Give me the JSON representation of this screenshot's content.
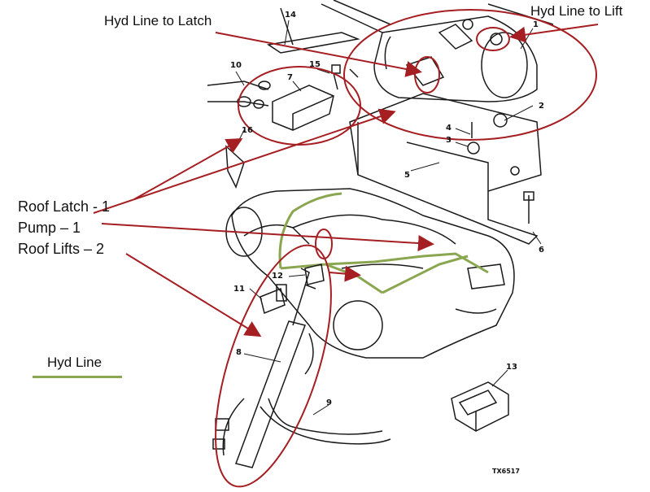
{
  "annotations": {
    "hyd_line_to_latch": "Hyd Line to Latch",
    "hyd_line_to_lift": "Hyd Line to Lift",
    "roof_latch": "Roof Latch - 1",
    "pump": "Pump – 1",
    "roof_lifts": "Roof Lifts – 2",
    "legend_hyd_line": "Hyd Line"
  },
  "callouts": [
    "1",
    "2",
    "3",
    "4",
    "5",
    "6",
    "7",
    "8",
    "9",
    "10",
    "11",
    "12",
    "13",
    "14",
    "15",
    "16"
  ],
  "figure_code": "TX6517",
  "colors": {
    "annotation_red": "#a51e22",
    "hyd_line_green": "#8aa650",
    "drawing_black": "#1a1a1a"
  }
}
